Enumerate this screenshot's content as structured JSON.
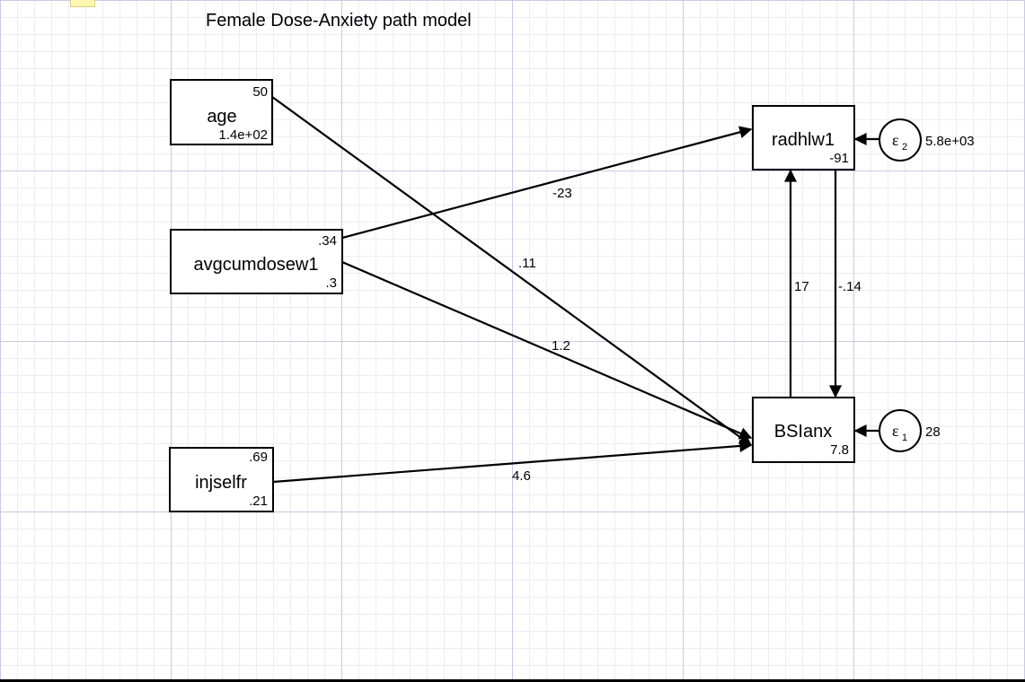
{
  "title": "Female Dose-Anxiety path model",
  "nodes": {
    "age": {
      "name": "age",
      "mean": "50",
      "variance": "1.4e+02"
    },
    "avgcumdosew1": {
      "name": "avgcumdosew1",
      "mean": ".34",
      "variance": ".3"
    },
    "injselfr": {
      "name": "injselfr",
      "mean": ".69",
      "variance": ".21"
    },
    "radhlw1": {
      "name": "radhlw1",
      "intercept": "-91"
    },
    "bsianx": {
      "name": "BSIanx",
      "intercept": "7.8"
    }
  },
  "errors": {
    "e2": {
      "symbol": "ε",
      "subscript": "2",
      "variance": "5.8e+03"
    },
    "e1": {
      "symbol": "ε",
      "subscript": "1",
      "variance": "28"
    }
  },
  "paths": {
    "avgcumdosew1_radhlw1": "-23",
    "age_bsianx": ".11",
    "avgcumdosew1_bsianx": "1.2",
    "injselfr_bsianx": "4.6",
    "bsianx_radhlw1": "17",
    "radhlw1_bsianx": "-.14"
  }
}
